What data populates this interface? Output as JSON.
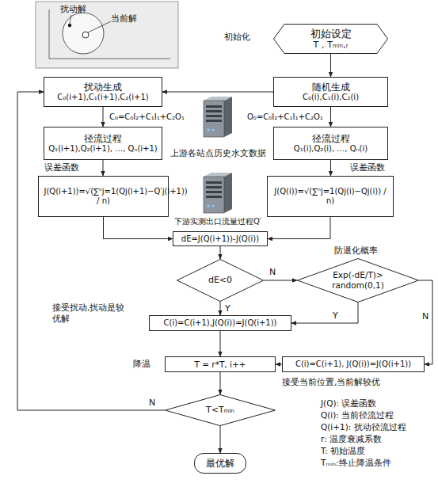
{
  "diagram": {
    "nodes": [
      {
        "text": [
          "初始设定",
          "T，Tₘᵢₙ,ᵣ"
        ]
      },
      {
        "text": [
          "扰动生成",
          "C₀(i+1),C₁(i+1),C₂(i+1)"
        ]
      },
      {
        "text": [
          "随机生成",
          "C₀(i),C₁(i),C₂(i)"
        ]
      },
      {
        "text": [
          "上游各站点历史水文数据"
        ]
      },
      {
        "text": [
          "径流过程",
          "Q₁(i+1),Q₂(i+1), …, Qₙ(i+1)"
        ]
      },
      {
        "text": [
          "径流过程",
          "Q₁(i),Q₂(i), …, Qₙ(i)"
        ]
      },
      {
        "text": [
          "J(Q(i+1))=√(∑ⁿj=1(Qj(i+1)−Q′j(i+1)) / n)"
        ]
      },
      {
        "text": [
          "J(Q(i))=√(∑ⁿj=1(Qj(i)−Qj(i)) / n)"
        ]
      },
      {
        "text": [
          "下游实测出口流量过程Q′"
        ]
      },
      {
        "text": [
          "dE=J(Q(i+1))-J(Q(i))"
        ]
      },
      {
        "text": [
          "dE<0"
        ]
      },
      {
        "text": [
          "Exp(-dE/T)> random(0,1)"
        ]
      },
      {
        "text": [
          "C(i)=C(i+1),J(Q(i))=J(Q(i+1))"
        ]
      },
      {
        "text": [
          "T = r*T, i++"
        ]
      },
      {
        "text": [
          "C(i)=C(i+1), J(Q(i))=J(Q(i+1))"
        ]
      },
      {
        "text": [
          "T<Tₘᵢₙ"
        ]
      },
      {
        "text": [
          "最优解"
        ]
      }
    ],
    "edges": [
      {
        "from": 0,
        "to": 2,
        "arrow": "to"
      },
      {
        "from": 2,
        "to": 1,
        "arrow": "to"
      },
      {
        "from": 1,
        "to": 4,
        "arrow": "to",
        "label": "C₀=C₀I₂+C₁I₁+C₂O₁"
      },
      {
        "from": 2,
        "to": 5,
        "arrow": "to",
        "label": "O₀=C₀I₂+C₁I₁+C₂O₁"
      },
      {
        "from": 4,
        "to": 6,
        "arrow": "to"
      },
      {
        "from": 5,
        "to": 7,
        "arrow": "to"
      },
      {
        "from": 6,
        "to": 9,
        "arrow": "to"
      },
      {
        "from": 7,
        "to": 9,
        "arrow": "to"
      },
      {
        "from": 9,
        "to": 10,
        "arrow": "to"
      },
      {
        "from": 10,
        "to": 11,
        "arrow": "to",
        "label": "N"
      },
      {
        "from": 10,
        "to": 12,
        "arrow": "to",
        "label": "Y"
      },
      {
        "from": 11,
        "to": 12,
        "arrow": "to",
        "label": "Y"
      },
      {
        "from": 11,
        "to": 14,
        "arrow": "to",
        "label": "N"
      },
      {
        "from": 12,
        "to": 13,
        "arrow": "to"
      },
      {
        "from": 14,
        "to": 13,
        "arrow": "to"
      },
      {
        "from": 13,
        "to": 15,
        "arrow": "to"
      },
      {
        "from": 15,
        "to": 1,
        "arrow": "to",
        "label": "N"
      },
      {
        "from": 15,
        "to": 16,
        "arrow": "to"
      }
    ],
    "labels": [
      "扰动解",
      "当前解",
      "初始化",
      "误差函数",
      "误差函数",
      "防退化概率",
      "接受扰动,扰动是较优解",
      "降温",
      "接受当前位置,当前解较优",
      "J(Q): 误差函数",
      "Q(i): 当前径流过程",
      "Q(i+1): 扰动径流过程",
      "r: 温度衰减系数",
      "T: 初始温度",
      "Tₘᵢₙ:终止降温条件"
    ]
  }
}
